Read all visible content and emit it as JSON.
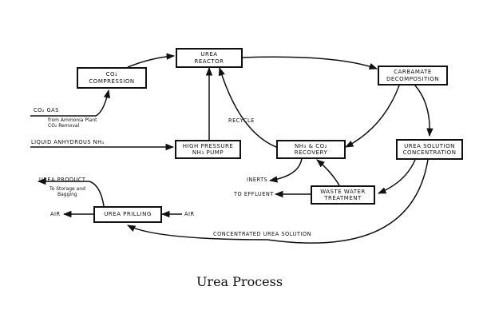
{
  "title": "Urea Process",
  "boxes": {
    "urea_reactor": [
      "UREA",
      "REACTOR"
    ],
    "co2_compression": [
      "CO₂",
      "COMPRESSION"
    ],
    "carbamate_decomposition": [
      "CARBAMATE",
      "DECOMPOSITION"
    ],
    "high_pressure_pump": [
      "HIGH PRESSURE",
      "NH₃ PUMP"
    ],
    "nh3_co2_recovery": [
      "NH₃ & CO₂",
      "RECOVERY"
    ],
    "urea_solution_concentration": [
      "UREA SOLUTION",
      "CONCENTRATION"
    ],
    "waste_water_treatment": [
      "WASTE WATER",
      "TREATMENT"
    ],
    "urea_prilling": [
      "UREA PRILLING"
    ]
  },
  "labels": {
    "co2_gas": "CO₂ GAS",
    "co2_gas_source": [
      "from Ammonia Plant",
      "CO₂ Removal"
    ],
    "liquid_ammonia": "LIQUID ANHYDROUS NH₃",
    "recycle": "RECYCLE",
    "inerts": "INERTS",
    "to_effluent": "TO EFFLUENT",
    "urea_product": "UREA PRODUCT",
    "urea_product_dest": [
      "To Storage and",
      "Bagging"
    ],
    "air_in": "AIR",
    "air_out": "AIR",
    "concentrated_urea_solution": "CONCENTRATED UREA SOLUTION"
  }
}
